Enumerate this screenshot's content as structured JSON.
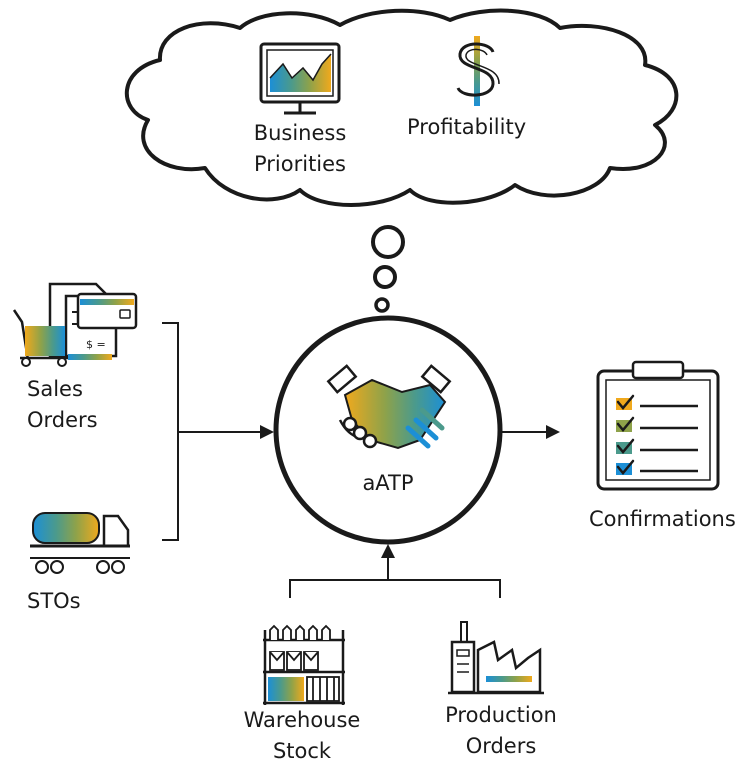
{
  "cloud": {
    "business_priorities": [
      "Business",
      "Priorities"
    ],
    "profitability": "Profitability"
  },
  "inputs": {
    "sales_orders": [
      "Sales",
      "Orders"
    ],
    "stos": "STOs"
  },
  "center": {
    "label": "aATP"
  },
  "outputs": {
    "confirmations": "Confirmations"
  },
  "supply": {
    "warehouse_stock": [
      "Warehouse",
      "Stock"
    ],
    "production_orders": [
      "Production",
      "Orders"
    ]
  },
  "colors": {
    "orange": "#f0a91d",
    "olive": "#8ea24a",
    "teal": "#4b9a8c",
    "blue": "#1c8fd6",
    "stroke": "#1a1a1a"
  }
}
